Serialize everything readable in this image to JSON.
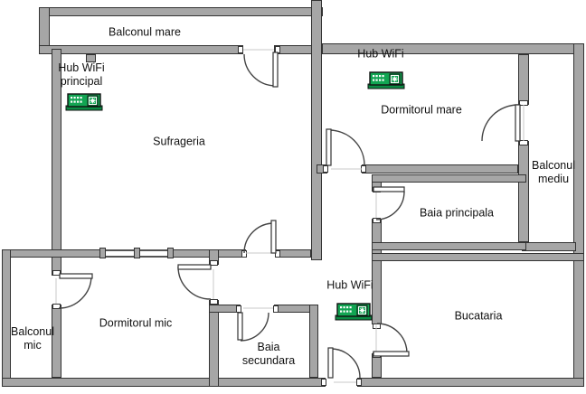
{
  "plan": {
    "rooms": [
      {
        "key": "balconul_mare",
        "label": "Balconul mare"
      },
      {
        "key": "sufrageria",
        "label": "Sufrageria"
      },
      {
        "key": "dormitorul_mare",
        "label": "Dormitorul mare"
      },
      {
        "key": "balconul_mediu",
        "line1": "Balconul",
        "line2": "mediu"
      },
      {
        "key": "baia_principala",
        "label": "Baia principala"
      },
      {
        "key": "bucataria",
        "label": "Bucataria"
      },
      {
        "key": "balconul_mic",
        "line1": "Balconul",
        "line2": "mic"
      },
      {
        "key": "dormitorul_mic",
        "label": "Dormitorul mic"
      },
      {
        "key": "baia_secundara",
        "line1": "Baia",
        "line2": "secundara"
      }
    ],
    "hubs": [
      {
        "key": "hub_principal",
        "line1": "Hub WiFi",
        "line2": "principal"
      },
      {
        "key": "hub_dormitor_mare",
        "label": "Hub WiFi"
      },
      {
        "key": "hub_hol",
        "label": "Hub WiFi"
      }
    ],
    "colors": {
      "wall_fill": "#a6a6a6",
      "wall_edge": "#333333",
      "hub_body_green": "#12a553",
      "hub_base_green": "#0b8a43",
      "text": "#111111"
    }
  }
}
